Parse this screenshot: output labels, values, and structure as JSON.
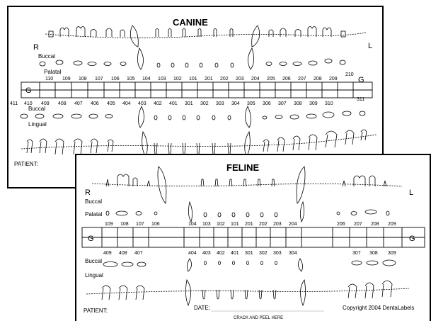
{
  "canine": {
    "title": "CANINE",
    "side_right": "R",
    "side_left": "L",
    "buccal_label": "Buccal",
    "palatal_label": "Palatal",
    "lingual_label": "Lingual",
    "grid_marker_left": "G",
    "grid_marker_right": "G",
    "upper_tooth_numbers": [
      "110",
      "109",
      "108",
      "107",
      "106",
      "105",
      "104",
      "103",
      "102",
      "101",
      "201",
      "202",
      "203",
      "204",
      "205",
      "206",
      "207",
      "208",
      "209",
      "210"
    ],
    "lower_tooth_numbers": [
      "411",
      "410",
      "409",
      "408",
      "407",
      "406",
      "405",
      "404",
      "403",
      "402",
      "401",
      "301",
      "302",
      "303",
      "304",
      "305",
      "306",
      "307",
      "308",
      "309",
      "310",
      "311"
    ],
    "patient_label": "PATIENT:"
  },
  "feline": {
    "title": "FELINE",
    "side_right": "R",
    "side_left": "L",
    "buccal_label": "Buccal",
    "palatal_label": "Palatal",
    "lingual_label": "Lingual",
    "grid_marker_left": "G",
    "grid_marker_right": "G",
    "upper_tooth_numbers": [
      "109",
      "108",
      "107",
      "106",
      "104",
      "103",
      "102",
      "101",
      "201",
      "202",
      "203",
      "204",
      "206",
      "207",
      "208",
      "209"
    ],
    "lower_tooth_numbers": [
      "409",
      "408",
      "407",
      "404",
      "403",
      "402",
      "401",
      "301",
      "302",
      "303",
      "304",
      "307",
      "308",
      "309"
    ],
    "patient_label": "PATIENT:",
    "date_label": "DATE:",
    "copyright": "Copyright 2004 DentaLabels",
    "crack_and_peel": "CRACK AND PEEL HERE"
  }
}
